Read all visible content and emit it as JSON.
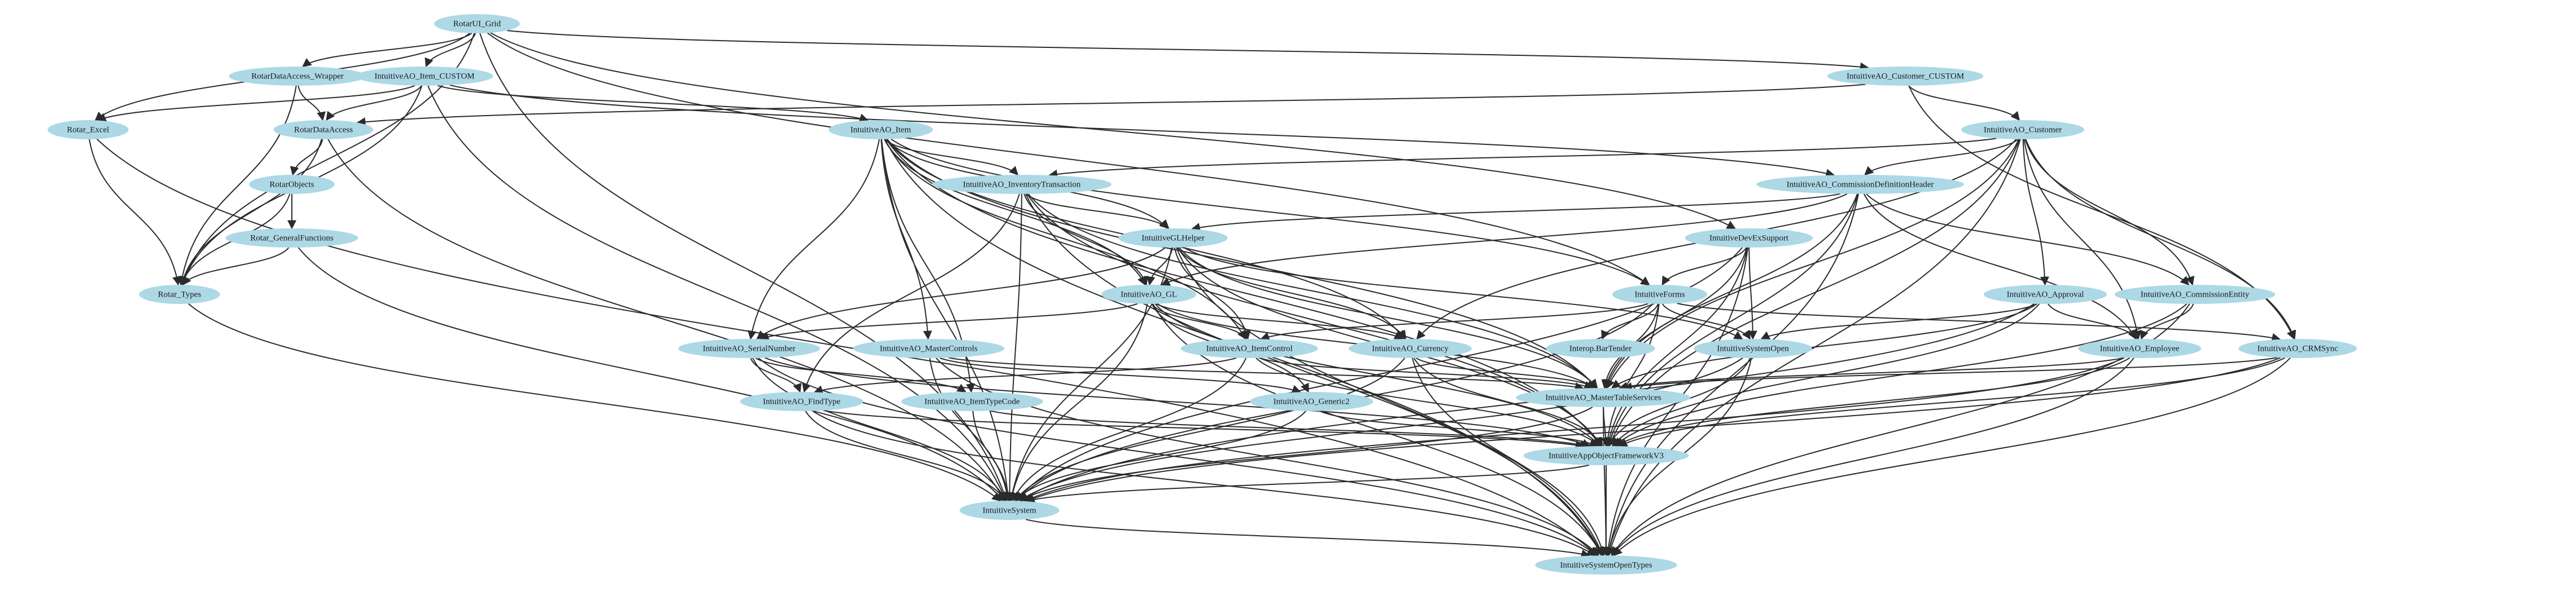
{
  "diagram": {
    "type": "dependency-graph",
    "node_fill": "#add8e6",
    "edge_color": "#2b2b2b",
    "nodes": [
      {
        "id": "rotar_ui_grid",
        "label": "RotarUI_Grid"
      },
      {
        "id": "rotar_dataaccess_wrapper",
        "label": "RotarDataAccess_Wrapper"
      },
      {
        "id": "intuitiveao_item_custom",
        "label": "IntuitiveAO_Item_CUSTOM"
      },
      {
        "id": "intuitiveao_customer_custom",
        "label": "IntuitiveAO_Customer_CUSTOM"
      },
      {
        "id": "rotar_excel",
        "label": "Rotar_Excel"
      },
      {
        "id": "rotardataaccess",
        "label": "RotarDataAccess"
      },
      {
        "id": "intuitiveao_item",
        "label": "IntuitiveAO_Item"
      },
      {
        "id": "intuitiveao_customer",
        "label": "IntuitiveAO_Customer"
      },
      {
        "id": "rotarobjects",
        "label": "RotarObjects"
      },
      {
        "id": "intuitiveao_inventorytransaction",
        "label": "IntuitiveAO_InventoryTransaction"
      },
      {
        "id": "intuitiveao_commissiondefinitionheader",
        "label": "IntuitiveAO_CommissionDefinitionHeader"
      },
      {
        "id": "rotar_generalfunctions",
        "label": "Rotar_GeneralFunctions"
      },
      {
        "id": "intuitiveglhelper",
        "label": "IntuitiveGLHelper"
      },
      {
        "id": "intuitivedevexsupport",
        "label": "IntuitiveDevExSupport"
      },
      {
        "id": "rotar_types",
        "label": "Rotar_Types"
      },
      {
        "id": "intuitiveao_gl",
        "label": "IntuitiveAO_GL"
      },
      {
        "id": "intuitiveforms",
        "label": "IntuitiveForms"
      },
      {
        "id": "intuitiveao_approval",
        "label": "IntuitiveAO_Approval"
      },
      {
        "id": "intuitiveao_commissionentity",
        "label": "IntuitiveAO_CommissionEntity"
      },
      {
        "id": "intuitiveao_serialnumber",
        "label": "IntuitiveAO_SerialNumber"
      },
      {
        "id": "intuitiveao_mastercontrols",
        "label": "IntuitiveAO_MasterControls"
      },
      {
        "id": "intuitiveao_itemcontrol",
        "label": "IntuitiveAO_ItemControl"
      },
      {
        "id": "intuitiveao_currency",
        "label": "IntuitiveAO_Currency"
      },
      {
        "id": "interop_bartender",
        "label": "Interop.BarTender"
      },
      {
        "id": "intuitivesystemopen",
        "label": "IntuitiveSystemOpen"
      },
      {
        "id": "intuitiveao_employee",
        "label": "IntuitiveAO_Employee"
      },
      {
        "id": "intuitiveao_crmsync",
        "label": "IntuitiveAO_CRMSync"
      },
      {
        "id": "intuitiveao_findtype",
        "label": "IntuitiveAO_FindType"
      },
      {
        "id": "intuitiveao_itemtypecode",
        "label": "IntuitiveAO_ItemTypeCode"
      },
      {
        "id": "intuitiveao_generic2",
        "label": "IntuitiveAO_Generic2"
      },
      {
        "id": "intuitiveao_mastertableservices",
        "label": "IntuitiveAO_MasterTableServices"
      },
      {
        "id": "intuitiveappobjectframeworkv3",
        "label": "IntuitiveAppObjectFrameworkV3"
      },
      {
        "id": "intuitivesystem",
        "label": "IntuitiveSystem"
      },
      {
        "id": "intuitivesystemopentypes",
        "label": "IntuitiveSystemOpenTypes"
      }
    ],
    "edges": [
      [
        "rotar_ui_grid",
        "rotar_dataaccess_wrapper"
      ],
      [
        "rotar_ui_grid",
        "intuitiveao_item_custom"
      ],
      [
        "rotar_ui_grid",
        "rotar_excel"
      ],
      [
        "rotar_ui_grid",
        "rotar_types"
      ],
      [
        "rotar_ui_grid",
        "intuitiveao_customer_custom"
      ],
      [
        "rotar_ui_grid",
        "intuitivedevexsupport"
      ],
      [
        "rotar_ui_grid",
        "intuitiveforms"
      ],
      [
        "rotar_ui_grid",
        "intuitivesystem"
      ],
      [
        "rotar_dataaccess_wrapper",
        "rotardataaccess"
      ],
      [
        "rotar_dataaccess_wrapper",
        "rotar_types"
      ],
      [
        "intuitiveao_item_custom",
        "rotar_excel"
      ],
      [
        "intuitiveao_item_custom",
        "rotardataaccess"
      ],
      [
        "intuitiveao_item_custom",
        "rotar_types"
      ],
      [
        "intuitiveao_item_custom",
        "intuitiveao_item"
      ],
      [
        "intuitiveao_item_custom",
        "intuitiveao_commissiondefinitionheader"
      ],
      [
        "intuitiveao_item_custom",
        "intuitivesystem"
      ],
      [
        "intuitiveao_customer_custom",
        "rotardataaccess"
      ],
      [
        "intuitiveao_customer_custom",
        "intuitiveao_customer"
      ],
      [
        "intuitiveao_customer_custom",
        "intuitiveao_crmsync"
      ],
      [
        "rotar_excel",
        "rotar_types"
      ],
      [
        "rotar_excel",
        "intuitivesystemopentypes"
      ],
      [
        "rotardataaccess",
        "rotarobjects"
      ],
      [
        "rotardataaccess",
        "rotar_types"
      ],
      [
        "rotardataaccess",
        "intuitivesystem"
      ],
      [
        "rotarobjects",
        "rotar_generalfunctions"
      ],
      [
        "rotarobjects",
        "rotar_types"
      ],
      [
        "rotar_generalfunctions",
        "rotar_types"
      ],
      [
        "rotar_generalfunctions",
        "intuitivesystem"
      ],
      [
        "rotar_types",
        "intuitivesystem"
      ],
      [
        "intuitiveao_item",
        "intuitiveao_inventorytransaction"
      ],
      [
        "intuitiveao_item",
        "intuitiveglhelper"
      ],
      [
        "intuitiveao_item",
        "intuitiveao_gl"
      ],
      [
        "intuitiveao_item",
        "intuitiveao_serialnumber"
      ],
      [
        "intuitiveao_item",
        "intuitiveao_mastercontrols"
      ],
      [
        "intuitiveao_item",
        "intuitiveao_itemcontrol"
      ],
      [
        "intuitiveao_item",
        "intuitiveao_currency"
      ],
      [
        "intuitiveao_item",
        "intuitiveao_itemtypecode"
      ],
      [
        "intuitiveao_item",
        "intuitiveao_mastertableservices"
      ],
      [
        "intuitiveao_item",
        "intuitiveappobjectframeworkv3"
      ],
      [
        "intuitiveao_item",
        "intuitivesystem"
      ],
      [
        "intuitiveao_item",
        "intuitivesystemopentypes"
      ],
      [
        "intuitiveao_item",
        "intuitiveforms"
      ],
      [
        "intuitiveao_customer",
        "intuitiveao_commissiondefinitionheader"
      ],
      [
        "intuitiveao_customer",
        "intuitiveao_approval"
      ],
      [
        "intuitiveao_customer",
        "intuitiveao_commissionentity"
      ],
      [
        "intuitiveao_customer",
        "intuitiveao_employee"
      ],
      [
        "intuitiveao_customer",
        "intuitiveao_crmsync"
      ],
      [
        "intuitiveao_customer",
        "intuitiveao_currency"
      ],
      [
        "intuitiveao_customer",
        "intuitiveao_mastertableservices"
      ],
      [
        "intuitiveao_customer",
        "intuitiveappobjectframeworkv3"
      ],
      [
        "intuitiveao_customer",
        "intuitivesystemopentypes"
      ],
      [
        "intuitiveao_customer",
        "intuitiveao_inventorytransaction"
      ],
      [
        "intuitiveao_inventorytransaction",
        "intuitiveglhelper"
      ],
      [
        "intuitiveao_inventorytransaction",
        "intuitiveao_gl"
      ],
      [
        "intuitiveao_inventorytransaction",
        "intuitiveao_findtype"
      ],
      [
        "intuitiveao_inventorytransaction",
        "intuitiveao_mastertableservices"
      ],
      [
        "intuitiveao_inventorytransaction",
        "intuitiveappobjectframeworkv3"
      ],
      [
        "intuitiveao_inventorytransaction",
        "intuitivesystem"
      ],
      [
        "intuitiveao_inventorytransaction",
        "intuitivesystemopentypes"
      ],
      [
        "intuitiveao_commissiondefinitionheader",
        "intuitiveglhelper"
      ],
      [
        "intuitiveao_commissiondefinitionheader",
        "intuitiveao_gl"
      ],
      [
        "intuitiveao_commissiondefinitionheader",
        "intuitiveao_commissionentity"
      ],
      [
        "intuitiveao_commissiondefinitionheader",
        "intuitiveao_employee"
      ],
      [
        "intuitiveao_commissiondefinitionheader",
        "intuitiveao_mastertableservices"
      ],
      [
        "intuitiveao_commissiondefinitionheader",
        "intuitiveappobjectframeworkv3"
      ],
      [
        "intuitiveao_commissiondefinitionheader",
        "intuitivesystemopentypes"
      ],
      [
        "intuitiveglhelper",
        "intuitiveao_gl"
      ],
      [
        "intuitiveglhelper",
        "intuitiveao_serialnumber"
      ],
      [
        "intuitiveglhelper",
        "intuitiveao_itemcontrol"
      ],
      [
        "intuitiveglhelper",
        "intuitiveao_currency"
      ],
      [
        "intuitiveglhelper",
        "intuitivesystemopen"
      ],
      [
        "intuitiveglhelper",
        "intuitiveao_mastertableservices"
      ],
      [
        "intuitiveglhelper",
        "intuitiveappobjectframeworkv3"
      ],
      [
        "intuitiveglhelper",
        "intuitivesystem"
      ],
      [
        "intuitiveglhelper",
        "intuitivesystemopentypes"
      ],
      [
        "intuitivedevexsupport",
        "intuitiveforms"
      ],
      [
        "intuitivedevexsupport",
        "intuitivesystemopen"
      ],
      [
        "intuitivedevexsupport",
        "intuitiveao_mastertableservices"
      ],
      [
        "intuitivedevexsupport",
        "intuitiveappobjectframeworkv3"
      ],
      [
        "intuitivedevexsupport",
        "intuitivesystem"
      ],
      [
        "intuitivedevexsupport",
        "intuitivesystemopentypes"
      ],
      [
        "intuitiveao_gl",
        "intuitiveao_serialnumber"
      ],
      [
        "intuitiveao_gl",
        "intuitiveao_itemcontrol"
      ],
      [
        "intuitiveao_gl",
        "intuitiveao_currency"
      ],
      [
        "intuitiveao_gl",
        "intuitiveao_generic2"
      ],
      [
        "intuitiveao_gl",
        "intuitiveao_mastertableservices"
      ],
      [
        "intuitiveao_gl",
        "intuitiveappobjectframeworkv3"
      ],
      [
        "intuitiveao_gl",
        "intuitivesystem"
      ],
      [
        "intuitiveao_gl",
        "intuitivesystemopentypes"
      ],
      [
        "intuitiveforms",
        "interop_bartender"
      ],
      [
        "intuitiveforms",
        "intuitivesystemopen"
      ],
      [
        "intuitiveforms",
        "intuitiveao_itemcontrol"
      ],
      [
        "intuitiveforms",
        "intuitiveao_mastertableservices"
      ],
      [
        "intuitiveforms",
        "intuitiveappobjectframeworkv3"
      ],
      [
        "intuitiveforms",
        "intuitivesystem"
      ],
      [
        "intuitiveforms",
        "intuitiveao_crmsync"
      ],
      [
        "intuitiveao_approval",
        "intuitiveao_employee"
      ],
      [
        "intuitiveao_approval",
        "intuitivesystemopen"
      ],
      [
        "intuitiveao_approval",
        "intuitiveao_mastertableservices"
      ],
      [
        "intuitiveao_approval",
        "intuitiveappobjectframeworkv3"
      ],
      [
        "intuitiveao_approval",
        "intuitivesystem"
      ],
      [
        "intuitiveao_commissionentity",
        "intuitiveao_employee"
      ],
      [
        "intuitiveao_commissionentity",
        "intuitiveappobjectframeworkv3"
      ],
      [
        "intuitiveao_commissionentity",
        "intuitivesystemopentypes"
      ],
      [
        "intuitiveao_serialnumber",
        "intuitiveao_findtype"
      ],
      [
        "intuitiveao_serialnumber",
        "intuitiveao_itemtypecode"
      ],
      [
        "intuitiveao_serialnumber",
        "intuitiveappobjectframeworkv3"
      ],
      [
        "intuitiveao_serialnumber",
        "intuitivesystem"
      ],
      [
        "intuitiveao_serialnumber",
        "intuitivesystemopentypes"
      ],
      [
        "intuitiveao_mastercontrols",
        "intuitiveao_generic2"
      ],
      [
        "intuitiveao_mastercontrols",
        "intuitiveao_mastertableservices"
      ],
      [
        "intuitiveao_mastercontrols",
        "intuitivesystem"
      ],
      [
        "intuitiveao_mastercontrols",
        "intuitivesystemopentypes"
      ],
      [
        "intuitiveao_itemcontrol",
        "intuitiveao_findtype"
      ],
      [
        "intuitiveao_itemcontrol",
        "intuitiveao_mastertableservices"
      ],
      [
        "intuitiveao_itemcontrol",
        "intuitiveappobjectframeworkv3"
      ],
      [
        "intuitiveao_itemcontrol",
        "intuitivesystem"
      ],
      [
        "intuitiveao_currency",
        "intuitiveao_mastertableservices"
      ],
      [
        "intuitiveao_currency",
        "intuitiveappobjectframeworkv3"
      ],
      [
        "intuitiveao_currency",
        "intuitivesystem"
      ],
      [
        "intuitiveao_currency",
        "intuitivesystemopentypes"
      ],
      [
        "intuitivesystemopen",
        "intuitiveappobjectframeworkv3"
      ],
      [
        "intuitivesystemopen",
        "intuitivesystemopentypes"
      ],
      [
        "intuitivesystemopen",
        "intuitivesystem"
      ],
      [
        "intuitiveao_employee",
        "intuitiveao_mastertableservices"
      ],
      [
        "intuitiveao_employee",
        "intuitiveappobjectframeworkv3"
      ],
      [
        "intuitiveao_employee",
        "intuitivesystem"
      ],
      [
        "intuitiveao_employee",
        "intuitivesystemopentypes"
      ],
      [
        "intuitiveao_crmsync",
        "intuitiveao_mastertableservices"
      ],
      [
        "intuitiveao_crmsync",
        "intuitiveappobjectframeworkv3"
      ],
      [
        "intuitiveao_crmsync",
        "intuitivesystem"
      ],
      [
        "intuitiveao_crmsync",
        "intuitivesystemopentypes"
      ],
      [
        "intuitiveao_findtype",
        "intuitivesystem"
      ],
      [
        "intuitiveao_findtype",
        "intuitivesystemopentypes"
      ],
      [
        "intuitiveao_findtype",
        "intuitiveappobjectframeworkv3"
      ],
      [
        "intuitiveao_itemtypecode",
        "intuitiveappobjectframeworkv3"
      ],
      [
        "intuitiveao_itemtypecode",
        "intuitivesystem"
      ],
      [
        "intuitiveao_generic2",
        "intuitiveappobjectframeworkv3"
      ],
      [
        "intuitiveao_generic2",
        "intuitivesystem"
      ],
      [
        "intuitiveao_mastertableservices",
        "intuitiveappobjectframeworkv3"
      ],
      [
        "intuitiveao_mastertableservices",
        "intuitivesystem"
      ],
      [
        "intuitiveao_mastertableservices",
        "intuitivesystemopentypes"
      ],
      [
        "intuitiveappobjectframeworkv3",
        "intuitivesystem"
      ],
      [
        "intuitiveappobjectframeworkv3",
        "intuitivesystemopentypes"
      ],
      [
        "intuitivesystem",
        "intuitivesystemopentypes"
      ]
    ]
  }
}
